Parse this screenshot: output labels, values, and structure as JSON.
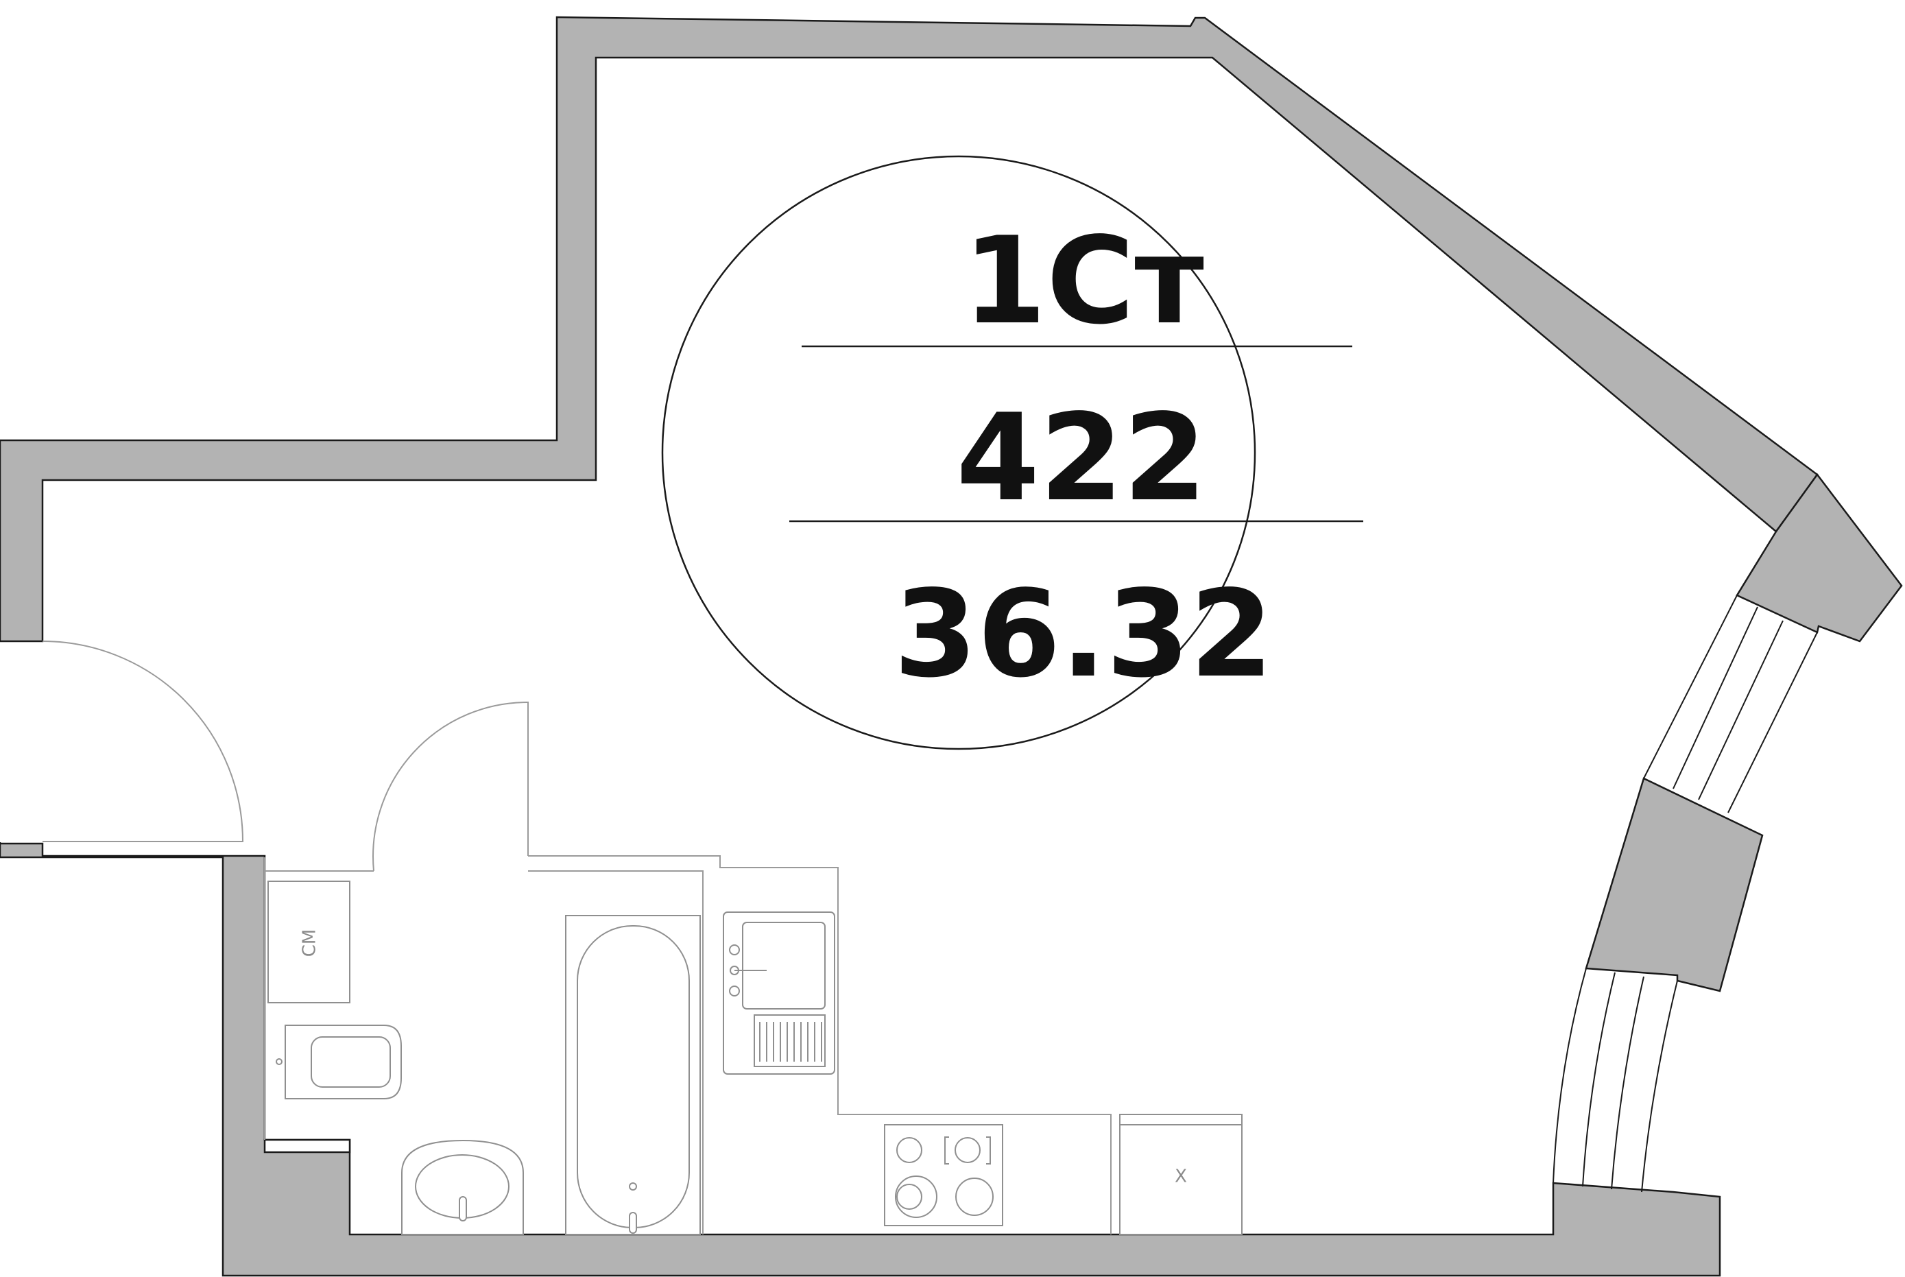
{
  "badge": {
    "type_label": "1Ст",
    "unit_number": "422",
    "area": "36.32"
  },
  "fixtures": {
    "washer_label": "СМ",
    "fridge_label": "Х"
  },
  "colors": {
    "wall_fill": "#b3b3b3",
    "line": "#1a1a1a",
    "fixture_line": "#8f8f8f"
  }
}
